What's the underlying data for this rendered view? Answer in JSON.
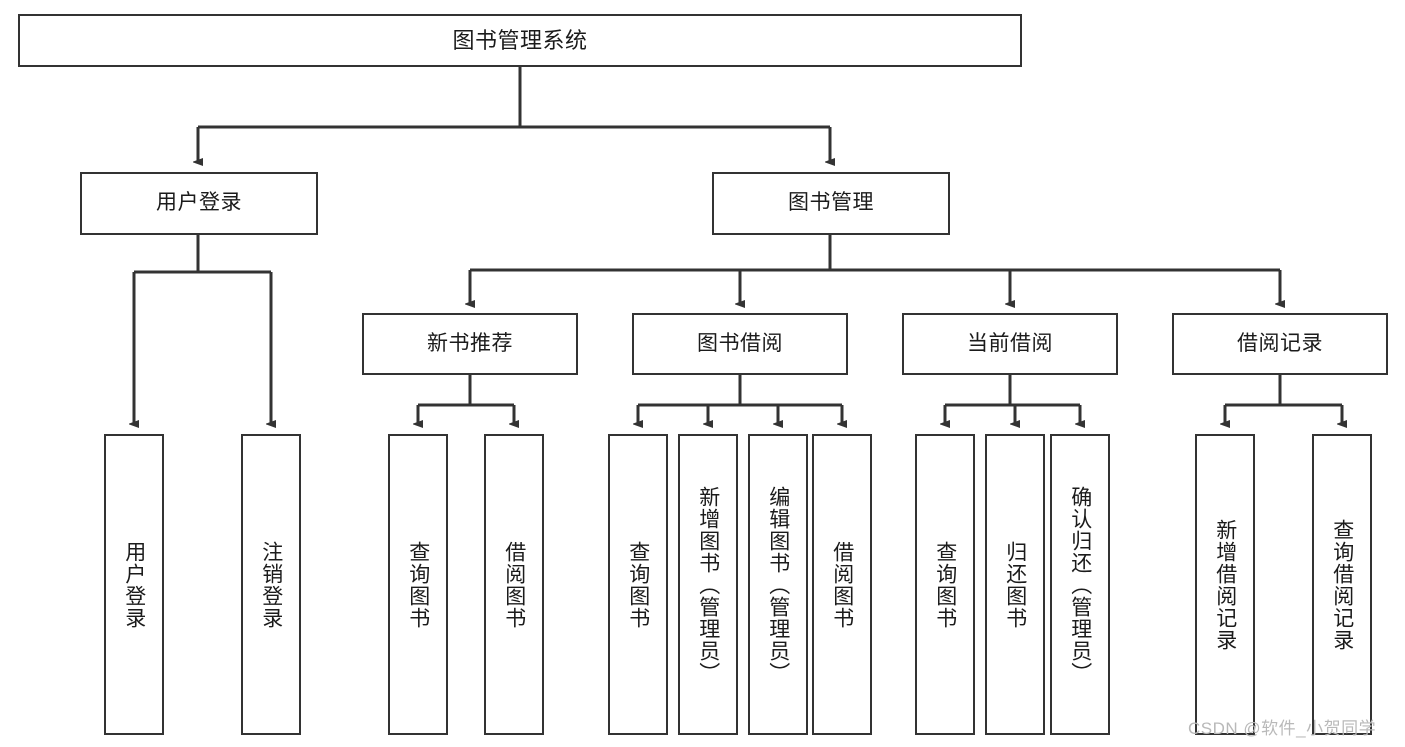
{
  "diagram": {
    "type": "tree",
    "title": "图书管理系统",
    "orientation": "top-down",
    "levels": 4,
    "root": {
      "id": "root",
      "label": "图书管理系统",
      "text_orientation": "horizontal"
    },
    "level1": [
      {
        "id": "user-login",
        "label": "用户登录",
        "text_orientation": "horizontal"
      },
      {
        "id": "book-management",
        "label": "图书管理",
        "text_orientation": "horizontal"
      }
    ],
    "level2": [
      {
        "id": "new-book-recommend",
        "label": "新书推荐",
        "parent": "book-management",
        "text_orientation": "horizontal"
      },
      {
        "id": "book-borrow",
        "label": "图书借阅",
        "parent": "book-management",
        "text_orientation": "horizontal"
      },
      {
        "id": "current-borrow",
        "label": "当前借阅",
        "parent": "book-management",
        "text_orientation": "horizontal"
      },
      {
        "id": "borrow-record",
        "label": "借阅记录",
        "parent": "book-management",
        "text_orientation": "horizontal"
      }
    ],
    "leaves": [
      {
        "id": "leaf-user-login",
        "label": "用户登录",
        "parent": "user-login",
        "text_orientation": "vertical"
      },
      {
        "id": "leaf-logout-login",
        "label": "注销登录",
        "parent": "user-login",
        "text_orientation": "vertical"
      },
      {
        "id": "leaf-query-book-1",
        "label": "查询图书",
        "parent": "new-book-recommend",
        "text_orientation": "vertical"
      },
      {
        "id": "leaf-borrow-book-1",
        "label": "借阅图书",
        "parent": "new-book-recommend",
        "text_orientation": "vertical"
      },
      {
        "id": "leaf-query-book-2",
        "label": "查询图书",
        "parent": "book-borrow",
        "text_orientation": "vertical"
      },
      {
        "id": "leaf-add-book",
        "label": "新增图书（管理员）",
        "parent": "book-borrow",
        "text_orientation": "vertical"
      },
      {
        "id": "leaf-edit-book",
        "label": "编辑图书（管理员）",
        "parent": "book-borrow",
        "text_orientation": "vertical"
      },
      {
        "id": "leaf-borrow-book-2",
        "label": "借阅图书",
        "parent": "book-borrow",
        "text_orientation": "vertical"
      },
      {
        "id": "leaf-query-book-3",
        "label": "查询图书",
        "parent": "current-borrow",
        "text_orientation": "vertical"
      },
      {
        "id": "leaf-return-book",
        "label": "归还图书",
        "parent": "current-borrow",
        "text_orientation": "vertical"
      },
      {
        "id": "leaf-confirm-return",
        "label": "确认归还（管理员）",
        "parent": "current-borrow",
        "text_orientation": "vertical"
      },
      {
        "id": "leaf-add-borrow-record",
        "label": "新增借阅记录",
        "parent": "borrow-record",
        "text_orientation": "vertical"
      },
      {
        "id": "leaf-query-borrow-record",
        "label": "查询借阅记录",
        "parent": "borrow-record",
        "text_orientation": "vertical"
      }
    ],
    "colors": {
      "box_border": "#333333",
      "box_fill": "#ffffff",
      "connector": "#333333",
      "text": "#1b1b1b",
      "watermark": "#b9b9b9"
    }
  },
  "watermark": {
    "text": "CSDN @软件_小贺同学"
  }
}
